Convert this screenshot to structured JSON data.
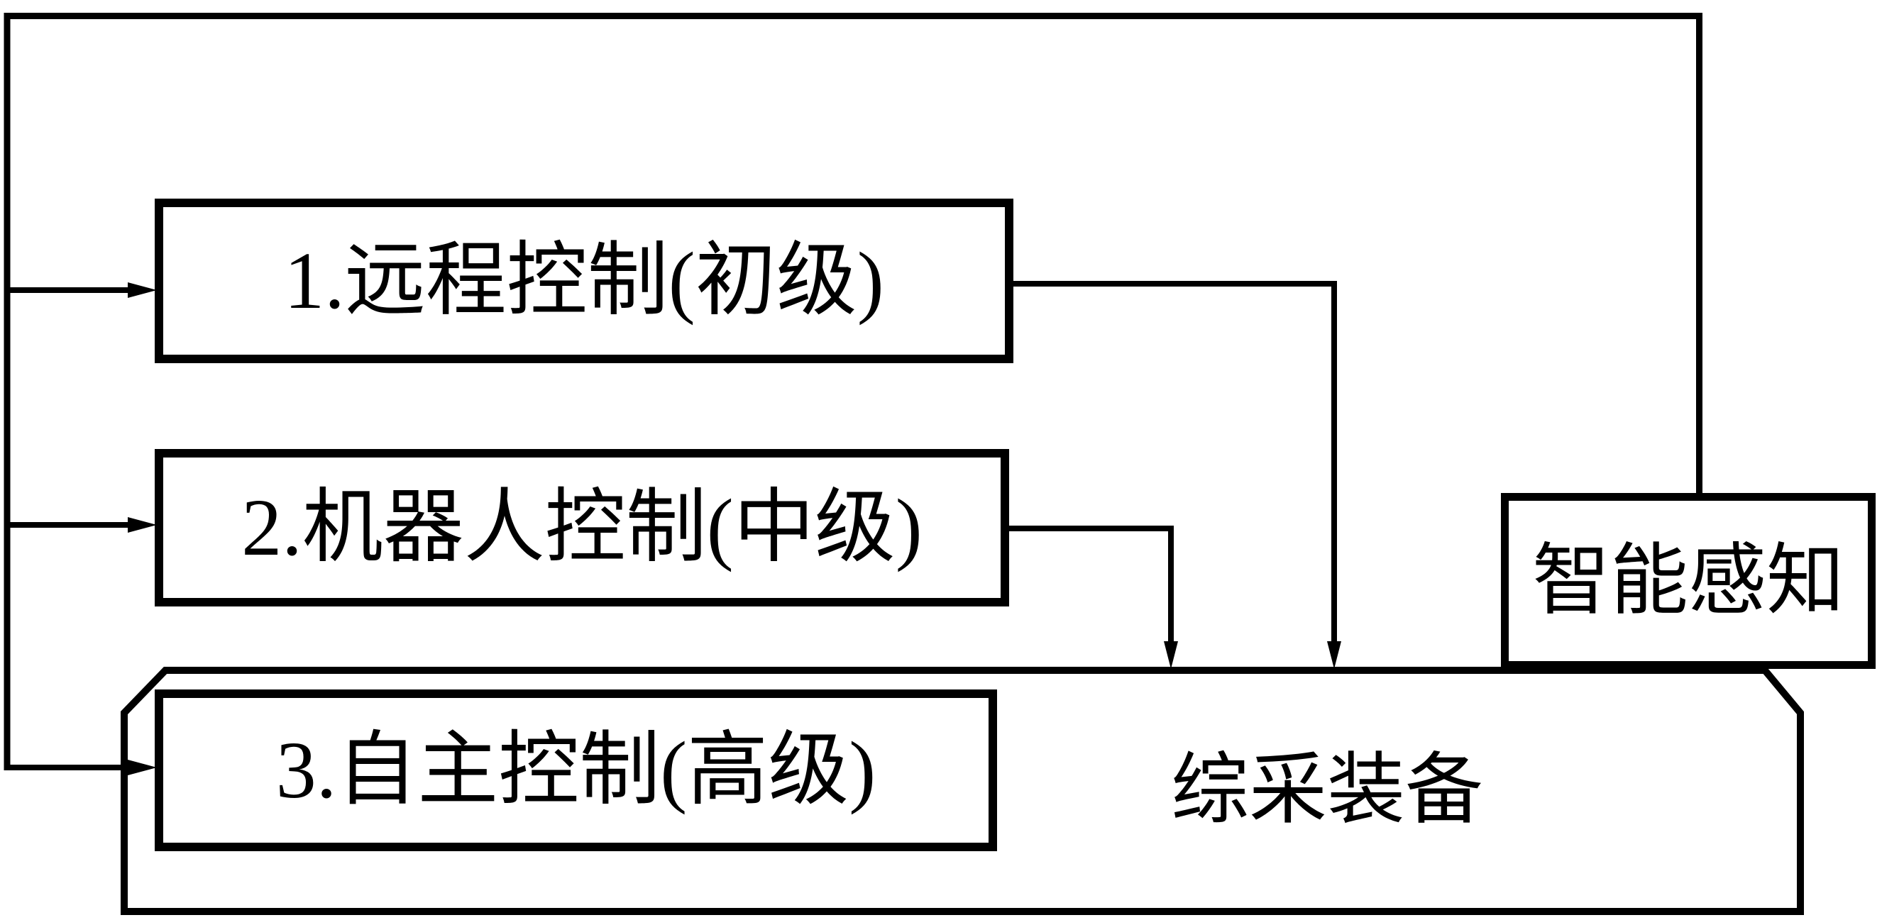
{
  "background": "#ffffff",
  "line_color": "#000000",
  "diagram": {
    "control_boxes": [
      {
        "label": "1.远程控制(初级)"
      },
      {
        "label": "2.机器人控制(中级)"
      },
      {
        "label": "3.自主控制(高级)"
      }
    ],
    "perception_box": {
      "label": "智能感知"
    },
    "equipment_shape": {
      "label": "综采装备"
    }
  }
}
